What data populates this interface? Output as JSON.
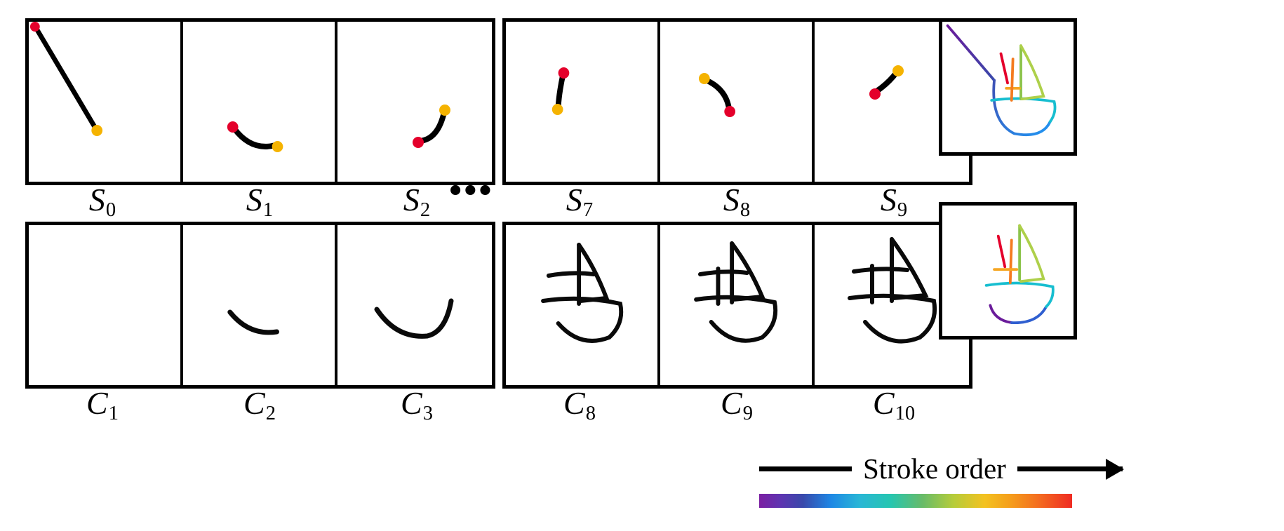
{
  "figure": {
    "type": "sequence-illustration",
    "description": "Sketch generation: per-stroke samples S_i and cumulative canvases C_i for a sailboat drawing"
  },
  "rows": [
    {
      "id": "stroke-row",
      "label_prefix": "S",
      "left_group": {
        "cells": [
          {
            "label": "S",
            "sub": "0",
            "content": "stroke-mast-diagonal",
            "start_color": "#e4002b",
            "end_color": "#f5b301"
          },
          {
            "label": "S",
            "sub": "1",
            "content": "stroke-hull-curve",
            "start_color": "#e4002b",
            "end_color": "#f5b301"
          },
          {
            "label": "S",
            "sub": "2",
            "content": "stroke-hull-curve-right",
            "start_color": "#e4002b",
            "end_color": "#f5b301"
          }
        ]
      },
      "right_group": {
        "cells": [
          {
            "label": "S",
            "sub": "7",
            "content": "stroke-short-vertical",
            "start_color": "#e4002b",
            "end_color": "#f5b301"
          },
          {
            "label": "S",
            "sub": "8",
            "content": "stroke-short-diagonal",
            "start_color": "#f5b301",
            "end_color": "#e4002b"
          },
          {
            "label": "S",
            "sub": "9",
            "content": "stroke-short-up",
            "start_color": "#f5b301",
            "end_color": "#e4002b"
          }
        ]
      },
      "summary_panel": {
        "name": "colored-sailboat-full",
        "content": "stroke-order-colored-sailboat"
      }
    },
    {
      "id": "canvas-row",
      "label_prefix": "C",
      "left_group": {
        "cells": [
          {
            "label": "C",
            "sub": "1",
            "content": "empty-canvas"
          },
          {
            "label": "C",
            "sub": "2",
            "content": "canvas-one-curve"
          },
          {
            "label": "C",
            "sub": "3",
            "content": "canvas-two-curves"
          }
        ]
      },
      "right_group": {
        "cells": [
          {
            "label": "C",
            "sub": "8",
            "content": "canvas-sailboat-partial"
          },
          {
            "label": "C",
            "sub": "9",
            "content": "canvas-sailboat-near-complete"
          },
          {
            "label": "C",
            "sub": "10",
            "content": "canvas-sailboat-complete"
          }
        ]
      },
      "summary_panel": {
        "name": "colored-sailboat-partial",
        "content": "stroke-order-colored-sailboat-partial"
      }
    }
  ],
  "ellipsis": "•••",
  "legend": {
    "label": "Stroke order",
    "line_icon": "horizontal-line",
    "arrow_icon": "right-arrow",
    "colorbar": {
      "name": "stroke-order-colorbar",
      "colormap": "jet",
      "start_color": "#7b1fa2",
      "end_color": "#ef2b23",
      "stops": [
        "#7b1fa2",
        "#3949ab",
        "#1e88e5",
        "#29b6d6",
        "#26c6b0",
        "#66bb6a",
        "#b5cc3a",
        "#f3c220",
        "#f59f1b",
        "#ef2b23"
      ]
    }
  },
  "colors": {
    "stroke_black": "#000000",
    "start_marker_red": "#e4002b",
    "end_marker_yellow": "#f5b301",
    "frame": "#000000",
    "background": "#ffffff"
  }
}
